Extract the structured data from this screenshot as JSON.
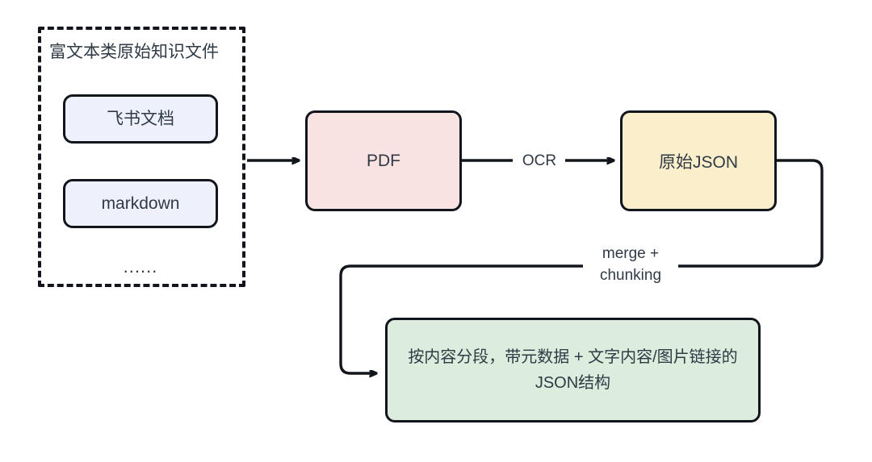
{
  "diagram": {
    "title": "Rich text knowledge file processing pipeline",
    "colors": {
      "stroke": "#12161c",
      "text": "#303a45",
      "source_fill": "#eef1fb",
      "pdf_fill": "#f9e2e2",
      "json_fill": "#faeecb",
      "result_fill": "#dcedde",
      "background": "#ffffff"
    },
    "group": {
      "label": "富文本类原始知识文件",
      "style": "dashed",
      "items": [
        {
          "label": "飞书文档"
        },
        {
          "label": "markdown"
        }
      ],
      "ellipsis": "......"
    },
    "nodes": [
      {
        "id": "pdf",
        "label": "PDF"
      },
      {
        "id": "raw_json",
        "label": "原始JSON"
      },
      {
        "id": "result",
        "label": "按内容分段，带元数据 + 文字内容/图片链接的JSON结构"
      }
    ],
    "edges": [
      {
        "id": "group-to-pdf",
        "label": "",
        "from": "group",
        "to": "pdf"
      },
      {
        "id": "pdf-to-json",
        "label": "OCR",
        "from": "pdf",
        "to": "raw_json"
      },
      {
        "id": "json-to-result",
        "label_line1": "merge +",
        "label_line2": "chunking",
        "from": "raw_json",
        "to": "result"
      }
    ]
  }
}
